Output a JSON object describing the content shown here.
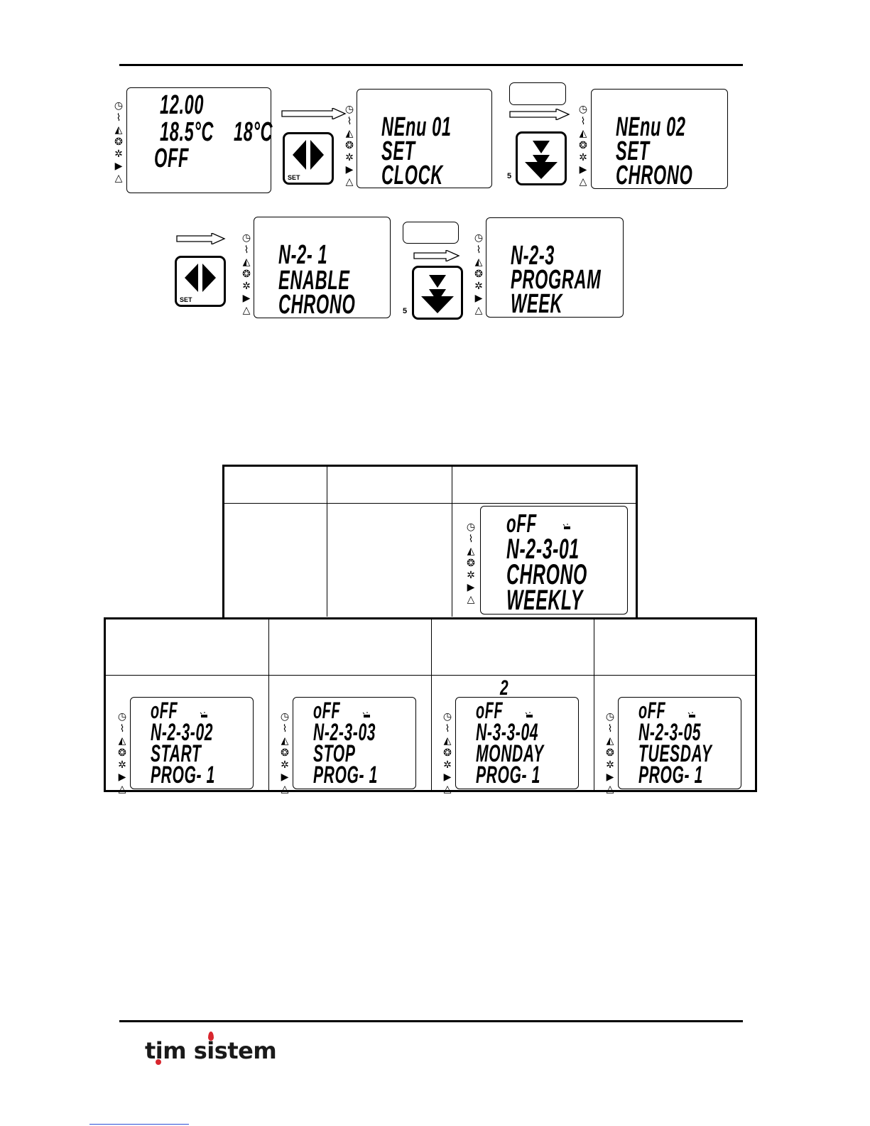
{
  "screens": {
    "home": {
      "lines": [
        "12.00",
        "18.5°C",
        "OFF"
      ],
      "right": "18°C"
    },
    "menu01": {
      "lines": [
        "NEnu 01",
        "SET",
        "CLOCK"
      ]
    },
    "menu02": {
      "lines": [
        "NEnu 02",
        "SET",
        "CHRONO"
      ]
    },
    "m21": {
      "lines": [
        "N-2- 1",
        "ENABLE",
        "CHRONO"
      ]
    },
    "m23": {
      "lines": [
        "N-2-3",
        "PROGRAM",
        "WEEK"
      ]
    },
    "m2301": {
      "lines": [
        "oFF",
        "N-2-3-01",
        "CHRONO",
        "WEEKLY"
      ]
    },
    "m2302": {
      "lines": [
        "oFF",
        "N-2-3-02",
        "START",
        "PROG- 1"
      ]
    },
    "m2303": {
      "lines": [
        "oFF",
        "N-2-3-03",
        "STOP",
        "PROG- 1"
      ]
    },
    "m2304": {
      "lines": [
        "oFF",
        "N-3-3-04",
        "MONDAY",
        "PROG- 1"
      ],
      "stray": "2"
    },
    "m2305": {
      "lines": [
        "oFF",
        "N-2-3-05",
        "TUESDAY",
        "PROG- 1"
      ]
    }
  },
  "buttons": {
    "set_label": "SET",
    "down_label": "5"
  },
  "brand": {
    "name": "tim sistem",
    "accent": "#d8262e"
  },
  "icons": [
    "clock-icon",
    "resistance-icon",
    "ignition-icon",
    "fan-motor-icon",
    "exhaust-fan-icon",
    "pump-icon",
    "warning-icon"
  ]
}
